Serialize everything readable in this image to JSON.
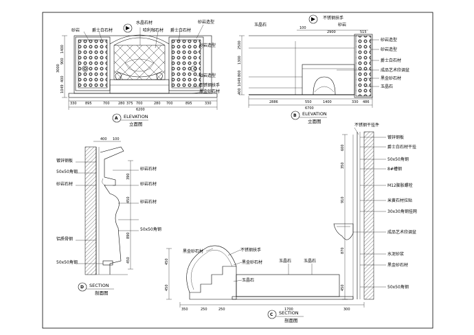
{
  "view_a": {
    "labels": [
      "砂岩",
      "爵士白石材",
      "水晶石材",
      "哈利咖石材",
      "爵士白石材",
      "砂岩造型",
      "砂岩造型",
      "砂岩造型",
      "不锈钢扶手",
      "黑金砂石材"
    ],
    "vdims": [
      "1400",
      "900",
      "3000",
      "400",
      "1049"
    ],
    "hdims": [
      "330",
      "895",
      "700",
      "280",
      "375",
      "700",
      "280",
      "700",
      "895",
      "330"
    ],
    "total": "6200",
    "title": "ELEVATION",
    "subtitle": "立面图",
    "tag": "A"
  },
  "view_b": {
    "labels": [
      "玉晶石",
      "不锈钢扶手",
      "砂岩",
      "砂岩造型",
      "砂岩造型",
      "爵士白石材",
      "成品艺术欣调盆",
      "黑金砂石材",
      "玉晶石"
    ],
    "topdims": [
      "100",
      "2900",
      "515"
    ],
    "vdims": [
      "2500",
      "1300",
      "800",
      "1049",
      "400"
    ],
    "hdims": [
      "2886",
      "550",
      "1400",
      "330",
      "486"
    ],
    "total": "6700",
    "title": "ELEVATION",
    "subtitle": "立面图",
    "tag": "B"
  },
  "view_d": {
    "labels": [
      "镀锌钢板",
      "50x50角钢",
      "砂岩石材",
      "砂岩石材",
      "砂岩石材",
      "砂岩石材",
      "50x50角钢",
      "铝质骨钢",
      "50x50角钢"
    ],
    "topdims": [
      "400",
      "100"
    ],
    "vdims": [
      "390",
      "450",
      "890",
      "450"
    ],
    "title": "SECTION",
    "subtitle": "剖面图",
    "tag": "D"
  },
  "view_c": {
    "right_labels": [
      "不锈钢干挂件",
      "镀锌钢板",
      "爵士白石材干挂",
      "50x50角钢",
      "8#槽钢",
      "M12膨胀螺栓",
      "米黄石材拉贴",
      "30x30角钢挂网",
      "成品艺术欣调盆",
      "水泥砂浆",
      "黑金砂石材",
      "50x50角钢"
    ],
    "left_labels": [
      "黑金砂石材",
      "不锈钢扶手",
      "黑金砂石材",
      "玉晶石",
      "玉晶石",
      "玉晶石"
    ],
    "right_vdims": [
      "600",
      "350",
      "910",
      "870",
      "450"
    ],
    "left_vdims": [
      "450",
      "450"
    ],
    "hdims": [
      "350",
      "250",
      "250",
      "1700",
      "300"
    ],
    "title": "SECTION",
    "subtitle": "剖面图",
    "tag": "C"
  }
}
